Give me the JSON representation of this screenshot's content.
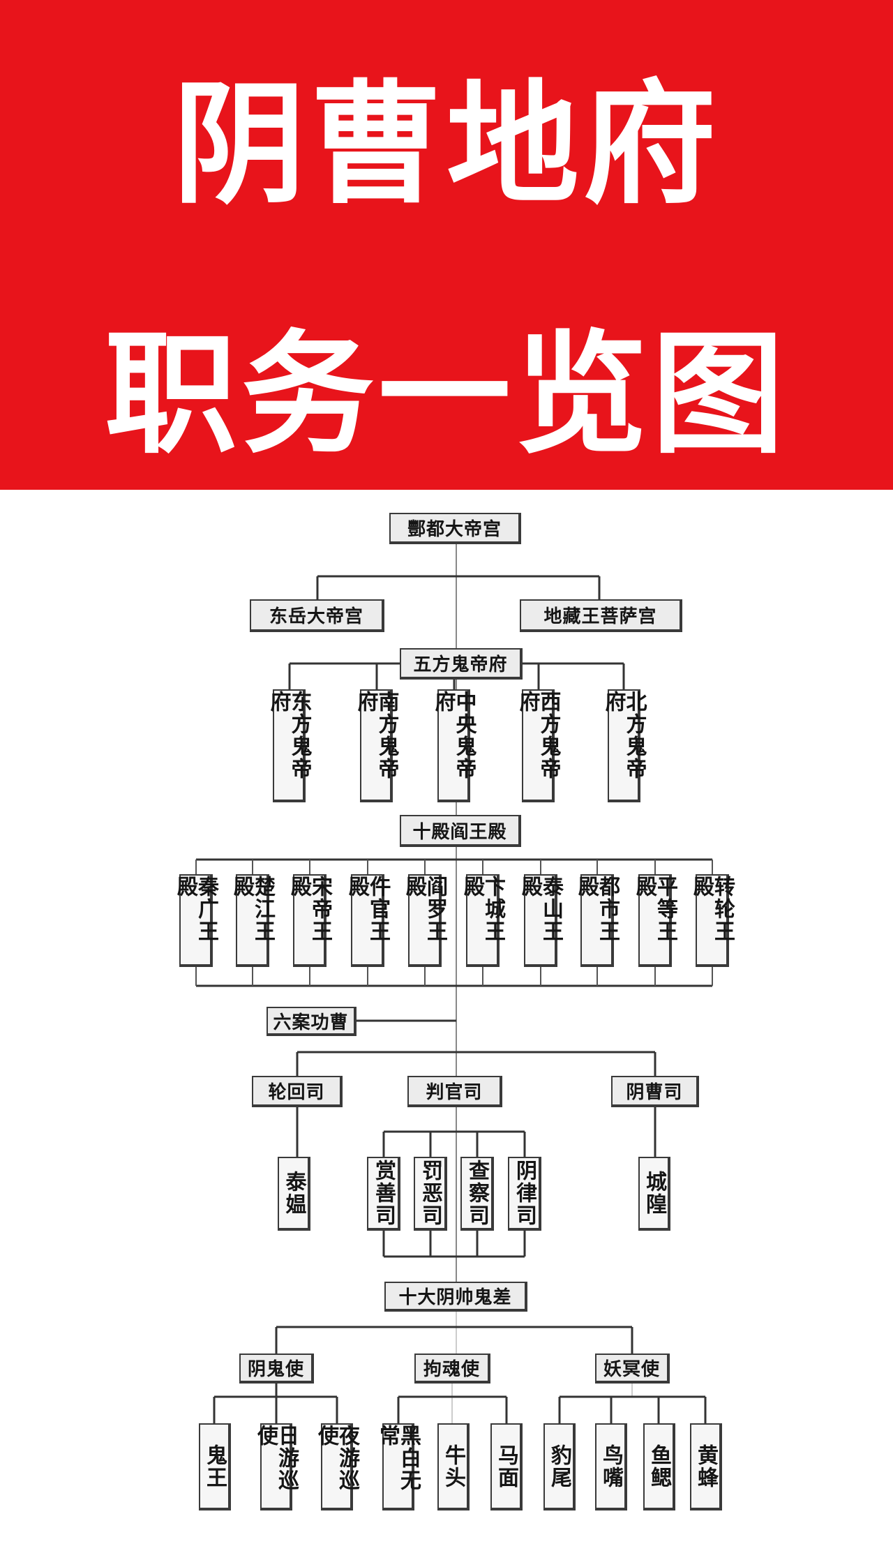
{
  "title": {
    "line1": "阴曹地府",
    "line2": "职务一览图"
  },
  "colors": {
    "banner": "#e8141b",
    "title_text": "#ffffff",
    "box_fill": "#ececec",
    "line": "#333333"
  },
  "diagram": {
    "nodes": [
      {
        "label": "酆都大帝宫"
      },
      {
        "label": "东岳大帝宫"
      },
      {
        "label": "地藏王菩萨宫"
      },
      {
        "label": "五方鬼帝府"
      },
      {
        "label": "东方鬼帝府"
      },
      {
        "label": "南方鬼帝府"
      },
      {
        "label": "中央鬼帝府"
      },
      {
        "label": "西方鬼帝府"
      },
      {
        "label": "北方鬼帝府"
      },
      {
        "label": "十殿阎王殿"
      },
      {
        "label": "秦广王殿"
      },
      {
        "label": "楚江王殿"
      },
      {
        "label": "宋帝王殿"
      },
      {
        "label": "仵官王殿"
      },
      {
        "label": "阎罗王殿"
      },
      {
        "label": "卞城王殿"
      },
      {
        "label": "泰山王殿"
      },
      {
        "label": "都市王殿"
      },
      {
        "label": "平等王殿"
      },
      {
        "label": "转轮王殿"
      },
      {
        "label": "六案功曹"
      },
      {
        "label": "轮回司"
      },
      {
        "label": "判官司"
      },
      {
        "label": "阴曹司"
      },
      {
        "label": "泰媪"
      },
      {
        "label": "赏善司"
      },
      {
        "label": "罚恶司"
      },
      {
        "label": "查察司"
      },
      {
        "label": "阴律司"
      },
      {
        "label": "城隍"
      },
      {
        "label": "十大阴帅鬼差"
      },
      {
        "label": "阴鬼使"
      },
      {
        "label": "拘魂使"
      },
      {
        "label": "妖冥使"
      },
      {
        "label": "鬼王"
      },
      {
        "label": "日游巡使"
      },
      {
        "label": "夜游巡使"
      },
      {
        "label": "黑白无常"
      },
      {
        "label": "牛头"
      },
      {
        "label": "马面"
      },
      {
        "label": "豹尾"
      },
      {
        "label": "鸟嘴"
      },
      {
        "label": "鱼鳃"
      },
      {
        "label": "黄蜂"
      }
    ]
  }
}
